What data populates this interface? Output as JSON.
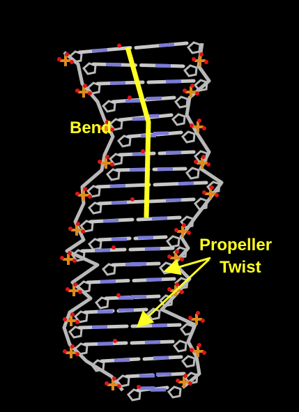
{
  "annotations": {
    "bend": "Bend",
    "propeller_line1": "Propeller",
    "propeller_line2": "Twist"
  },
  "colors": {
    "background": "#000000",
    "annotation": "#ffff24",
    "backbone": "#b9b9b9",
    "phosphorus": "#e08a1c",
    "oxygen": "#dd1616",
    "nitrogen": "#7a7ad6",
    "base_carbon": "#c8c8c8"
  }
}
